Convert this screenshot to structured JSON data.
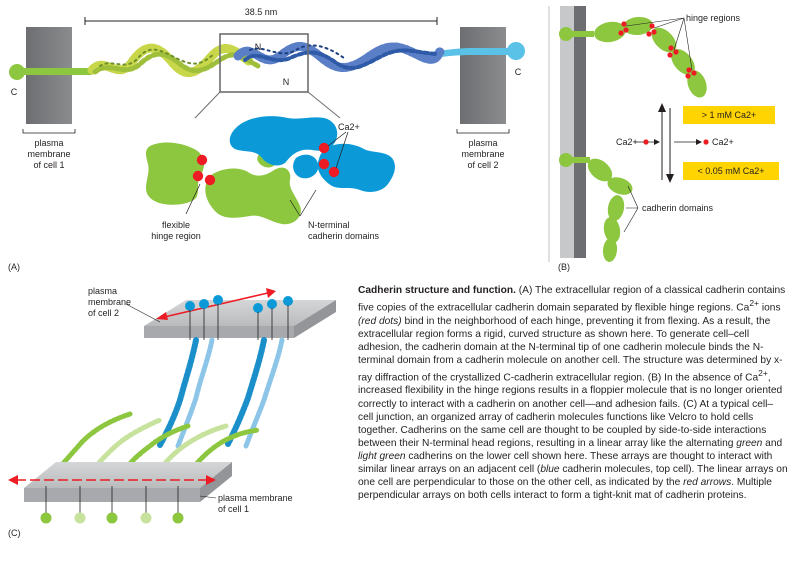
{
  "panel_a": {
    "length_label": "38.5 nm",
    "n_label_1": "N",
    "n_label_2": "N",
    "c_left": "C",
    "c_right": "C",
    "membrane_cell1": [
      "plasma",
      "membrane",
      "of cell 1"
    ],
    "membrane_cell2": [
      "plasma",
      "membrane",
      "of cell 2"
    ],
    "ca_label": "Ca2+",
    "flexible_hinge": [
      "flexible",
      "hinge region"
    ],
    "n_terminal_domains": [
      "N-terminal",
      "cadherin domains"
    ],
    "panel_letter": "(A)"
  },
  "panel_b": {
    "hinge_regions": "hinge regions",
    "high_ca": "> 1 mM Ca2+",
    "low_ca": "< 0.05 mM Ca2+",
    "ca_left": "Ca2+",
    "ca_right": "Ca2+",
    "cadherin_domains": "cadherin domains",
    "panel_letter": "(B)"
  },
  "panel_c": {
    "membrane_cell2": [
      "plasma",
      "membrane",
      "of cell 2"
    ],
    "membrane_cell1": [
      "plasma membrane",
      "of cell 1"
    ],
    "panel_letter": "(C)"
  },
  "caption": {
    "title": "Cadherin structure and function.",
    "p1": " (A) The extracellular region of a classical cadherin contains five copies of the extracellular cadherin domain separated by flexible hinge regions. Ca",
    "p1_sup": "2+",
    "p1b": " ions ",
    "p1_it": "(red dots)",
    "p2": " bind in the neighborhood of each hinge, preventing it from flexing. As a result, the extracellular region forms a rigid, curved structure as shown here. To generate cell–cell adhesion, the cadherin domain at the N-terminal tip of one cadherin molecule binds the N-terminal domain from a cadherin molecule on another cell. The structure was determined by x-ray diffraction of the crystallized C-cadherin extracellular region. (B) In the absence of Ca",
    "p2_sup": "2+",
    "p3": ", increased flexibility in the hinge regions results in a floppier molecule that is no longer oriented correctly to interact with a cadherin on another cell—and adhesion fails. (C) At a typical cell–cell junction, an organized array of cadherin molecules functions like Velcro to hold cells together. Cadherins on the same cell are thought to be coupled by side-to-side interactions between their N-terminal head regions, resulting in a linear array like the alternating ",
    "it_green": "green",
    "and": " and ",
    "it_lightgreen": "light green",
    "p4": " cadherins on the lower cell shown here. These arrays are thought to interact with similar linear arrays on an adjacent cell (",
    "it_blue": "blue",
    "p5": " cadherin molecules, top cell). The linear arrays on one cell are perpendicular to those on the other cell, as indicated by the ",
    "it_red": "red arrows",
    "p6": ". Multiple perpendicular arrays on both cells interact to form a tight-knit mat of cadherin proteins."
  }
}
